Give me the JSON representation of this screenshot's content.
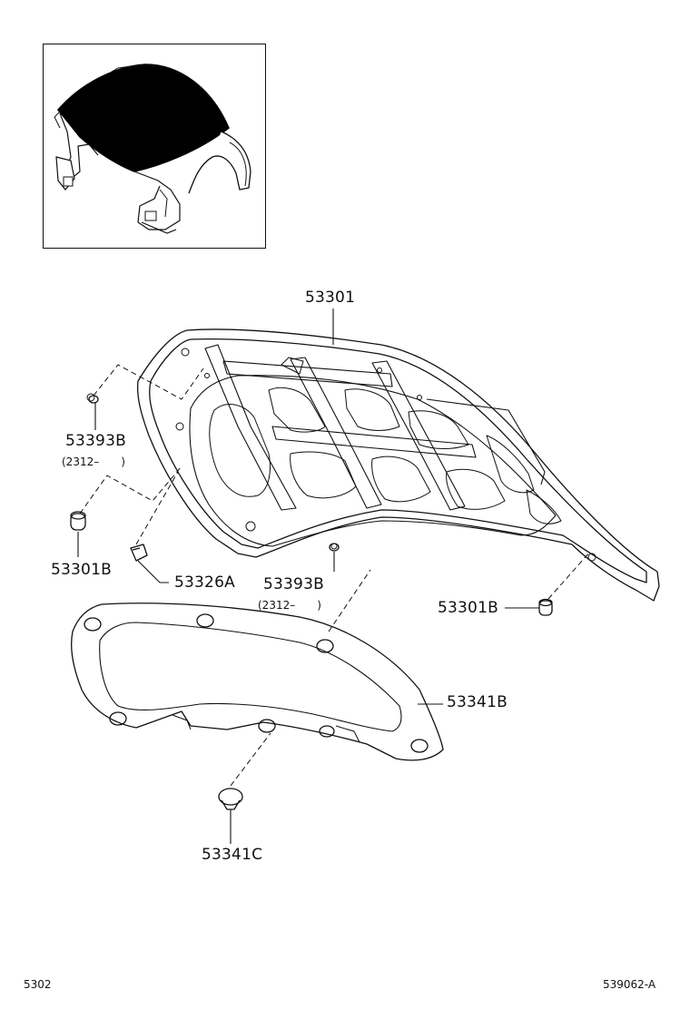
{
  "diagram": {
    "parts": {
      "hood_panel": "53301",
      "hood_cushion_left": "53301B",
      "hood_cushion_right": "53301B",
      "hood_seal_left": "53393B",
      "hood_seal_left_date": "(2312–　　)",
      "hood_seal_center": "53393B",
      "hood_seal_center_date": "(2312–　　)",
      "hood_clip": "53326A",
      "hood_insulator": "53341B",
      "insulator_clip": "53341C"
    },
    "footer": {
      "section_code": "5302",
      "illustration_code": "539062-A"
    }
  }
}
